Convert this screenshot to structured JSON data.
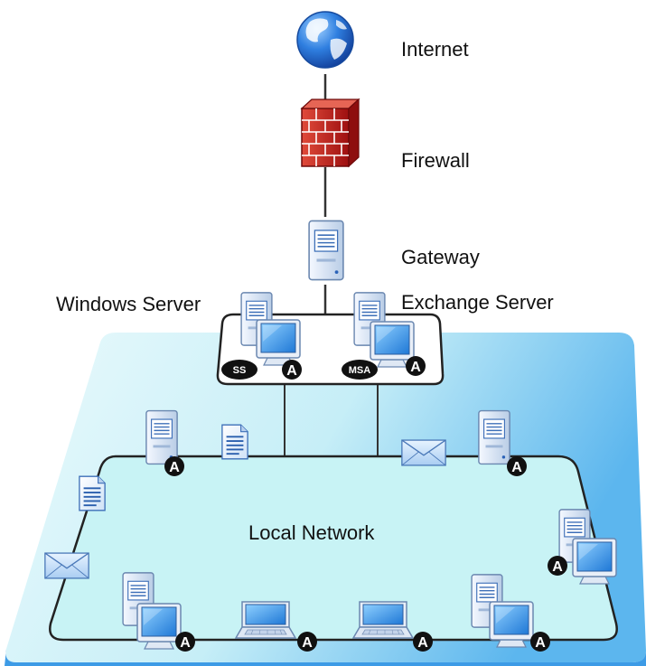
{
  "labels": {
    "internet": "Internet",
    "firewall": "Firewall",
    "gateway": "Gateway",
    "windows_server": "Windows Server",
    "exchange_server": "Exchange Server",
    "local_network": "Local Network"
  },
  "badges": {
    "agent": "A",
    "ss": "SS",
    "msa": "MSA"
  },
  "colors": {
    "platform_light": "#e2f7fa",
    "platform_dark": "#3aa0e8",
    "ring_fill": "#c8f3f5",
    "firewall": "#c41e1e",
    "globe": "#2a6fd0",
    "badge": "#111111"
  }
}
